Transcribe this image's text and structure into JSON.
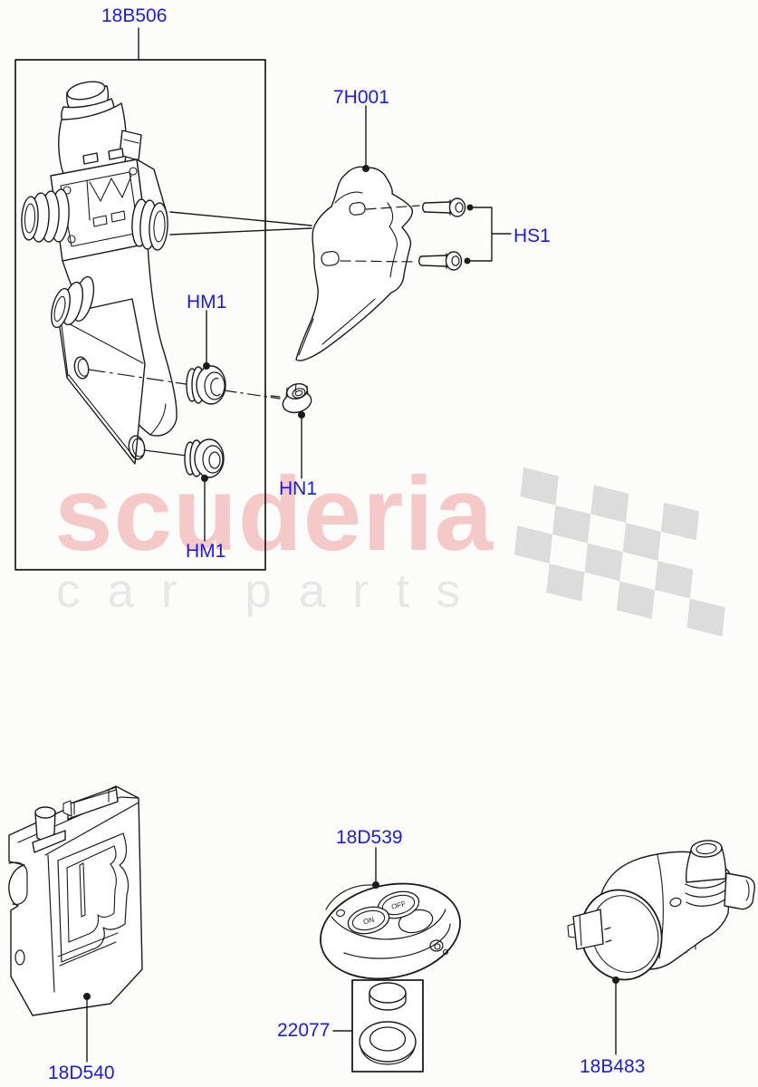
{
  "colors": {
    "background": "#fcfdfa",
    "line_black": "#1b1b1b",
    "label_blue": "#1a1aee",
    "watermark_pink": "#f6c9c9",
    "watermark_gray": "#e7e7e7",
    "flag_gray": "#dcdcdc"
  },
  "watermark": {
    "brand": "scuderia",
    "tagline": "car parts"
  },
  "labels": [
    {
      "code": "18B506"
    },
    {
      "code": "7H001"
    },
    {
      "code": "HS1"
    },
    {
      "code": "HM1"
    },
    {
      "code": "HN1"
    },
    {
      "code": "HM1"
    },
    {
      "code": "18D539"
    },
    {
      "code": "22077"
    },
    {
      "code": "18D540"
    },
    {
      "code": "18B483"
    }
  ],
  "fob_buttons": {
    "on": "ON",
    "off": "OFF"
  }
}
